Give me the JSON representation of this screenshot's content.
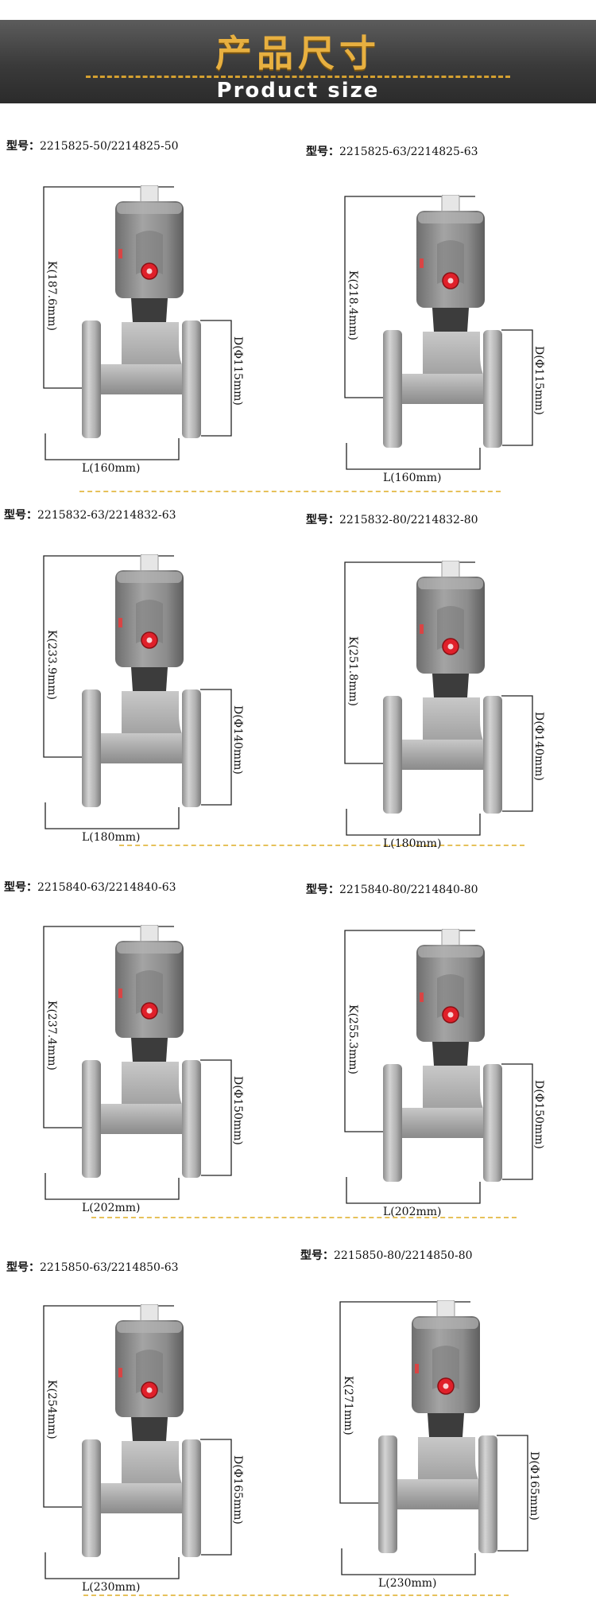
{
  "header": {
    "title_cn": "产品尺寸",
    "title_en": "Product size"
  },
  "model_label": "型号：",
  "products": [
    {
      "model": "2215825-50/2214825-50",
      "k": "K(187.6mm)",
      "d": "D(Φ115mm)",
      "l": "L(160mm)"
    },
    {
      "model": "2215825-63/2214825-63",
      "k": "K(218.4mm)",
      "d": "D(Φ115mm)",
      "l": "L(160mm)"
    },
    {
      "model": "2215832-63/2214832-63",
      "k": "K(233.9mm)",
      "d": "D(Φ140mm)",
      "l": "L(180mm)"
    },
    {
      "model": "2215832-80/2214832-80",
      "k": "K(251.8mm)",
      "d": "D(Φ140mm)",
      "l": "L(180mm)"
    },
    {
      "model": "2215840-63/2214840-63",
      "k": "K(237.4mm)",
      "d": "D(Φ150mm)",
      "l": "L(202mm)"
    },
    {
      "model": "2215840-80/2214840-80",
      "k": "K(255.3mm)",
      "d": "D(Φ150mm)",
      "l": "L(202mm)"
    },
    {
      "model": "2215850-63/2214850-63",
      "k": "K(254mm)",
      "d": "D(Φ165mm)",
      "l": "L(230mm)"
    },
    {
      "model": "2215850-80/2214850-80",
      "k": "K(271mm)",
      "d": "D(Φ165mm)",
      "l": "L(230mm)"
    }
  ],
  "colors": {
    "banner_gold": "#e8b040",
    "divider_gold": "#e6c15a",
    "valve_steel": "#b8b8b8",
    "knob_red": "#e0202a"
  }
}
